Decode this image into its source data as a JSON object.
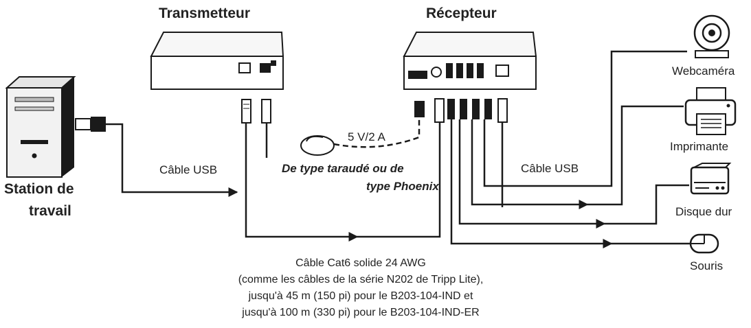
{
  "titles": {
    "transmitter": "Transmetteur",
    "receiver": "Récepteur",
    "workstation_line1": "Station de",
    "workstation_line2": "travail"
  },
  "cables": {
    "usb_left": "Câble USB",
    "usb_right": "Câble USB",
    "power": "5 V/2 A",
    "power_type_line1": "De type taraudé ou de",
    "power_type_line2": "type Phoenix"
  },
  "devices": {
    "webcam": "Webcaméra",
    "printer": "Imprimante",
    "hard_drive": "Disque dur",
    "mouse": "Souris"
  },
  "note": [
    "Câble Cat6 solide 24 AWG",
    "(comme les câbles de la série N202 de Tripp Lite),",
    "jusqu'à 45 m (150 pi) pour le B203-104-IND et",
    "jusqu'à 100 m (330 pi) pour le B203-104-IND-ER"
  ],
  "colors": {
    "line": "#1a1a1a",
    "device_fill": "#ffffff",
    "shade": "#d9d9d9"
  }
}
